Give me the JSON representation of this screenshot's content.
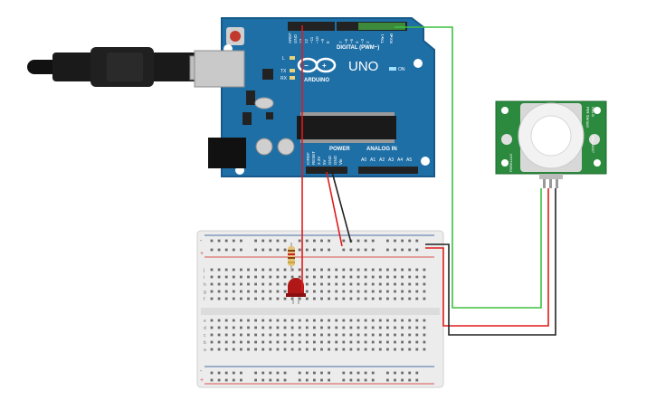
{
  "arduino": {
    "logo_text": "UNO",
    "brand": "ARDUINO",
    "on_label": "ON",
    "digital_label": "DIGITAL (PWM~)",
    "power_label": "POWER",
    "analog_label": "ANALOG IN",
    "led_labels": [
      "L",
      "TX",
      "RX"
    ],
    "top_pins": [
      "AREF",
      "GND",
      "13",
      "12",
      "~11",
      "~10",
      "~9",
      "8",
      "7",
      "~6",
      "~5",
      "4",
      "~3",
      "2",
      "TX▸1",
      "RX◂0"
    ],
    "power_pins": [
      "IOREF",
      "RESET",
      "3.3V",
      "5V",
      "GND",
      "GND",
      "Vin"
    ],
    "analog_pins": [
      "A0",
      "A1",
      "A2",
      "A3",
      "A4",
      "A5"
    ]
  },
  "pir_sensor": {
    "label_right": "PIR Sensor",
    "label_right_small": "Rev B",
    "label_right_id": "555-28027",
    "label_left": "PARALLAX"
  },
  "breadboard": {
    "row_letters_top": [
      "j",
      "i",
      "h",
      "g",
      "f"
    ],
    "row_letters_bottom": [
      "e",
      "d",
      "c",
      "b",
      "a"
    ],
    "columns": 30,
    "plus_label": "+",
    "minus_label": "-"
  },
  "components": {
    "resistor": "resistor",
    "led": "led"
  },
  "colors": {
    "board": "#1f6fa7",
    "board_dark": "#175a8a",
    "pir_board": "#2c8a3f",
    "wire_red": "#e01b1b",
    "wire_black": "#222222",
    "wire_green": "#3fbf3f",
    "breadboard": "#e9e9e9",
    "rail_red": "#d9534f",
    "rail_blue": "#4a6fa5",
    "led": "#b01818"
  }
}
